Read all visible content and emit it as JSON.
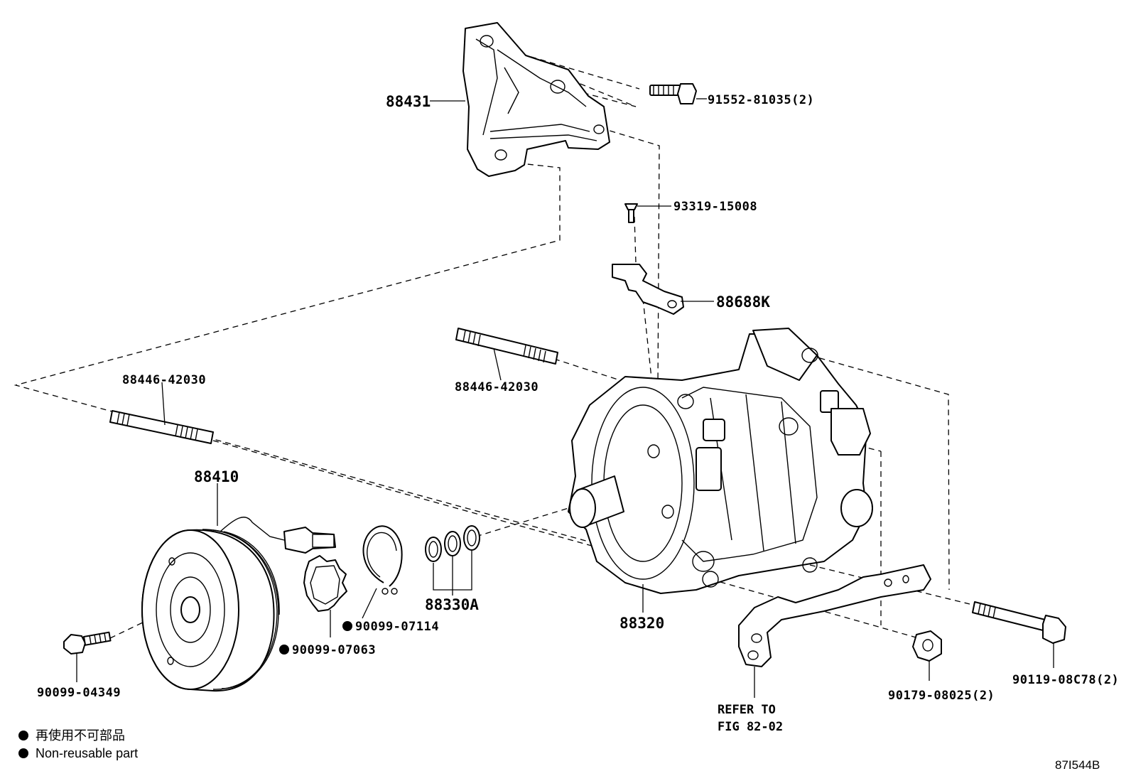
{
  "diagram": {
    "labels": {
      "bracket": "88431",
      "bolt_top": "91552-81035(2)",
      "screw": "93319-15008",
      "stay": "88688K",
      "stud_upper": "88446-42030",
      "stud_left": "88446-42030",
      "clutch": "88410",
      "snap_ring": "90099-07114",
      "shim_ring": "90099-07063",
      "orings": "88330A",
      "compressor": "88320",
      "clutch_bolt": "90099-04349",
      "nut": "90179-08025(2)",
      "bolt_right": "90119-08C78(2)",
      "refer_line1": "REFER TO",
      "refer_line2": "FIG 82-02"
    },
    "legend": {
      "japanese": "再使用不可部品",
      "english": "Non-reusable part"
    },
    "figure_id": "87I544B"
  }
}
